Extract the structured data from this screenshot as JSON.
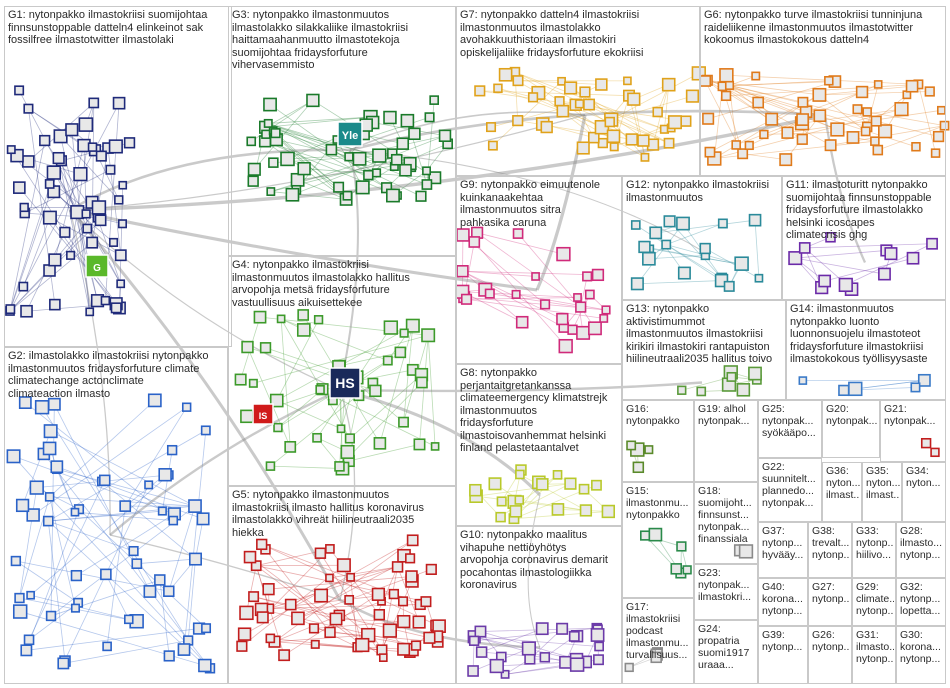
{
  "groups": [
    {
      "id": "G1",
      "label": "G1: nytonpakko ilmastokriisi suomijohtaa\nfinnsunstoppable datteln4 elinkeinot sak\nfossilfree ilmastotwitter ilmastolaki",
      "color": "#1f2a7a"
    },
    {
      "id": "G2",
      "label": "G2: ilmastolakko ilmastokriisi nytonpakko\nilmastonmuutos fridaysforfuture climate\nclimatechange actonclimate\nclimateaction ilmasto",
      "color": "#2a62c8"
    },
    {
      "id": "G3",
      "label": "G3: nytonpakko ilmastonmuutos\nilmastolakko silakkaliike ilmastokriisi\nhaittamaahanmuutto ilmastotekoja\nsuomijohtaa fridaysforfuture\nvihervasemmisto",
      "color": "#1a7a2a"
    },
    {
      "id": "G4",
      "label": "G4: nytonpakko ilmastokriisi\nilmastonmuutos ilmastolakko hallitus\narvopohja metsä fridaysforfuture\nvastuullisuus aikuisettekee",
      "color": "#3c9a2a"
    },
    {
      "id": "G5",
      "label": "G5: nytonpakko ilmastonmuutos\nilmastokriisi ilmasto hallitus koronavirus\nilmastolakko vihreät hiilineutraali2035\nhiekka",
      "color": "#c21d1d"
    },
    {
      "id": "G6",
      "label": "G6: nytonpakko turve ilmastokriisi tunninjuna\nraideliikenne ilmastonmuutos ilmastotwitter\nkokoomus ilmastokokous datteln4",
      "color": "#e07a1a"
    },
    {
      "id": "G7",
      "label": "G7: nytonpakko datteln4 ilmastokriisi\nilmastonmuutos ilmastolakko\navohakkuuthistoriaan ilmastokiri\nopiskelijaliike fridaysforfuture ekokriisi",
      "color": "#e0a21a"
    },
    {
      "id": "G8",
      "label": "G8: nytonpakko\nperjantaitgretankanssa\nclimateemergency klimatstrejk\nilmastonmuutos\nfridaysforfuture\nilmastoisovanhemmat helsinki\nfinland pelastetaantalvet",
      "color": "#b9c92a"
    },
    {
      "id": "G9",
      "label": "G9: nytonpakko eimuutenole\nkuinkanaakehtaa\nilmastonmuutos sitra\npahkasika caruna",
      "color": "#d02a7a"
    },
    {
      "id": "G10",
      "label": "G10: nytonpakko maalitus\nvihapuhe nettiöyhötys\narvopohja coronavirus demarit\npocahontas ilmastologiikka\nkoronavirus",
      "color": "#6b3aa8"
    },
    {
      "id": "G11",
      "label": "G11: ilmastoturitt nytonpakko\nsuomijohtaa finnsunstoppable\nfridaysforfuture ilmastolakko\nhelsinki icoscapes\nclimatecrisis ghg",
      "color": "#6b2aa8"
    },
    {
      "id": "G12",
      "label": "G12: nytonpakko ilmastokriisi\nilmastonmuutos",
      "color": "#2a8a9a"
    },
    {
      "id": "G13",
      "label": "G13: nytonpakko\naktivistimummot\nilmastonmuutos ilmastokriisi\nkirikiri ilmastokiri rantapuiston\nhiilineutraali2035 hallitus toivo",
      "color": "#5a9a3a"
    },
    {
      "id": "G14",
      "label": "G14: ilmastonmuutos\nnytonpakko luonto\nluonnonsuojelu ilmastoteot\nfridaysforfuture ilmastokriisi\nilmastokokous työllisyysaste",
      "color": "#3a7ac8"
    },
    {
      "id": "G15",
      "label": "G15:\nilmastonmu...\nnytonpakko",
      "color": "#2a8a4a"
    },
    {
      "id": "G16",
      "label": "G16:\nnytonpakko",
      "color": "#5a8a2a"
    },
    {
      "id": "G17",
      "label": "G17:\nilmastokriisi\npodcast\nilmastonmu...\nturvallisuus...",
      "color": "#8a8a8a"
    },
    {
      "id": "G18",
      "label": "G18:\nsuomijoht...\nfinnsunst...\nnytonpak...\nfinanssiala",
      "color": "#8a8a8a"
    },
    {
      "id": "G19",
      "label": "G19: alhol\nnytonpak...",
      "color": "#8a8a8a"
    },
    {
      "id": "G20",
      "label": "G20:\nnytonpak...",
      "color": "#8a8a8a"
    },
    {
      "id": "G21",
      "label": "G21:\nnytonpak...",
      "color": "#c21d1d"
    },
    {
      "id": "G22",
      "label": "G22:\nsuunnitelt...\nplannedo...\nnytonpak...",
      "color": "#8a8a8a"
    },
    {
      "id": "G23",
      "label": "G23:\nnytonpak...\nilmastokri...",
      "color": "#8a8a8a"
    },
    {
      "id": "G24",
      "label": "G24:\npropatria\nsuomi1917\nuraaa...",
      "color": "#8a8a8a"
    },
    {
      "id": "G25",
      "label": "G25:\nnytonpak...\nsyökääpo...",
      "color": "#8a8a8a"
    },
    {
      "id": "G26",
      "label": "G26:\nnytonp...",
      "color": "#8a8a8a"
    },
    {
      "id": "G27",
      "label": "G27:\nnytonp...",
      "color": "#8a8a8a"
    },
    {
      "id": "G28",
      "label": "G28:\nilmasto...\nnytonp...",
      "color": "#8a8a8a"
    },
    {
      "id": "G29",
      "label": "G29:\nclimate...\nnytonp...",
      "color": "#8a8a8a"
    },
    {
      "id": "G30",
      "label": "G30:\nkorona...\nnytonp...",
      "color": "#8a8a8a"
    },
    {
      "id": "G31",
      "label": "G31:\nilmasto...\nnytonp...",
      "color": "#8a8a8a"
    },
    {
      "id": "G32",
      "label": "G32:\nnytonp...\nlopetta...",
      "color": "#8a8a8a"
    },
    {
      "id": "G33",
      "label": "G33:\nnytonp...\nhiilivo...",
      "color": "#8a8a8a"
    },
    {
      "id": "G34",
      "label": "G34:\nnyton...",
      "color": "#8a8a8a"
    },
    {
      "id": "G35",
      "label": "G35:\nnyton...\nilmast...",
      "color": "#8a8a8a"
    },
    {
      "id": "G36",
      "label": "G36:\nnyton...\nilmast...",
      "color": "#8a8a8a"
    },
    {
      "id": "G37",
      "label": "G37:\nnytonp...\nhyvääy...",
      "color": "#8a8a8a"
    },
    {
      "id": "G38",
      "label": "G38:\ntrevalt...\nnytonp...",
      "color": "#8a8a8a"
    },
    {
      "id": "G39",
      "label": "G39:\nnytonp...",
      "color": "#8a8a8a"
    },
    {
      "id": "G40",
      "label": "G40:\nkorona...\nnytonp...",
      "color": "#8a8a8a"
    }
  ],
  "featured_nodes": [
    {
      "id": "hs",
      "label": "HS",
      "color": "#1a2a5a"
    },
    {
      "id": "is",
      "label": "IS",
      "color": "#d01a1a"
    },
    {
      "id": "g",
      "label": "G",
      "color": "#5ab82a"
    },
    {
      "id": "ylenews",
      "label": "Yle",
      "color": "#1a8a8a"
    }
  ],
  "edge_color": "#8a8a8a"
}
